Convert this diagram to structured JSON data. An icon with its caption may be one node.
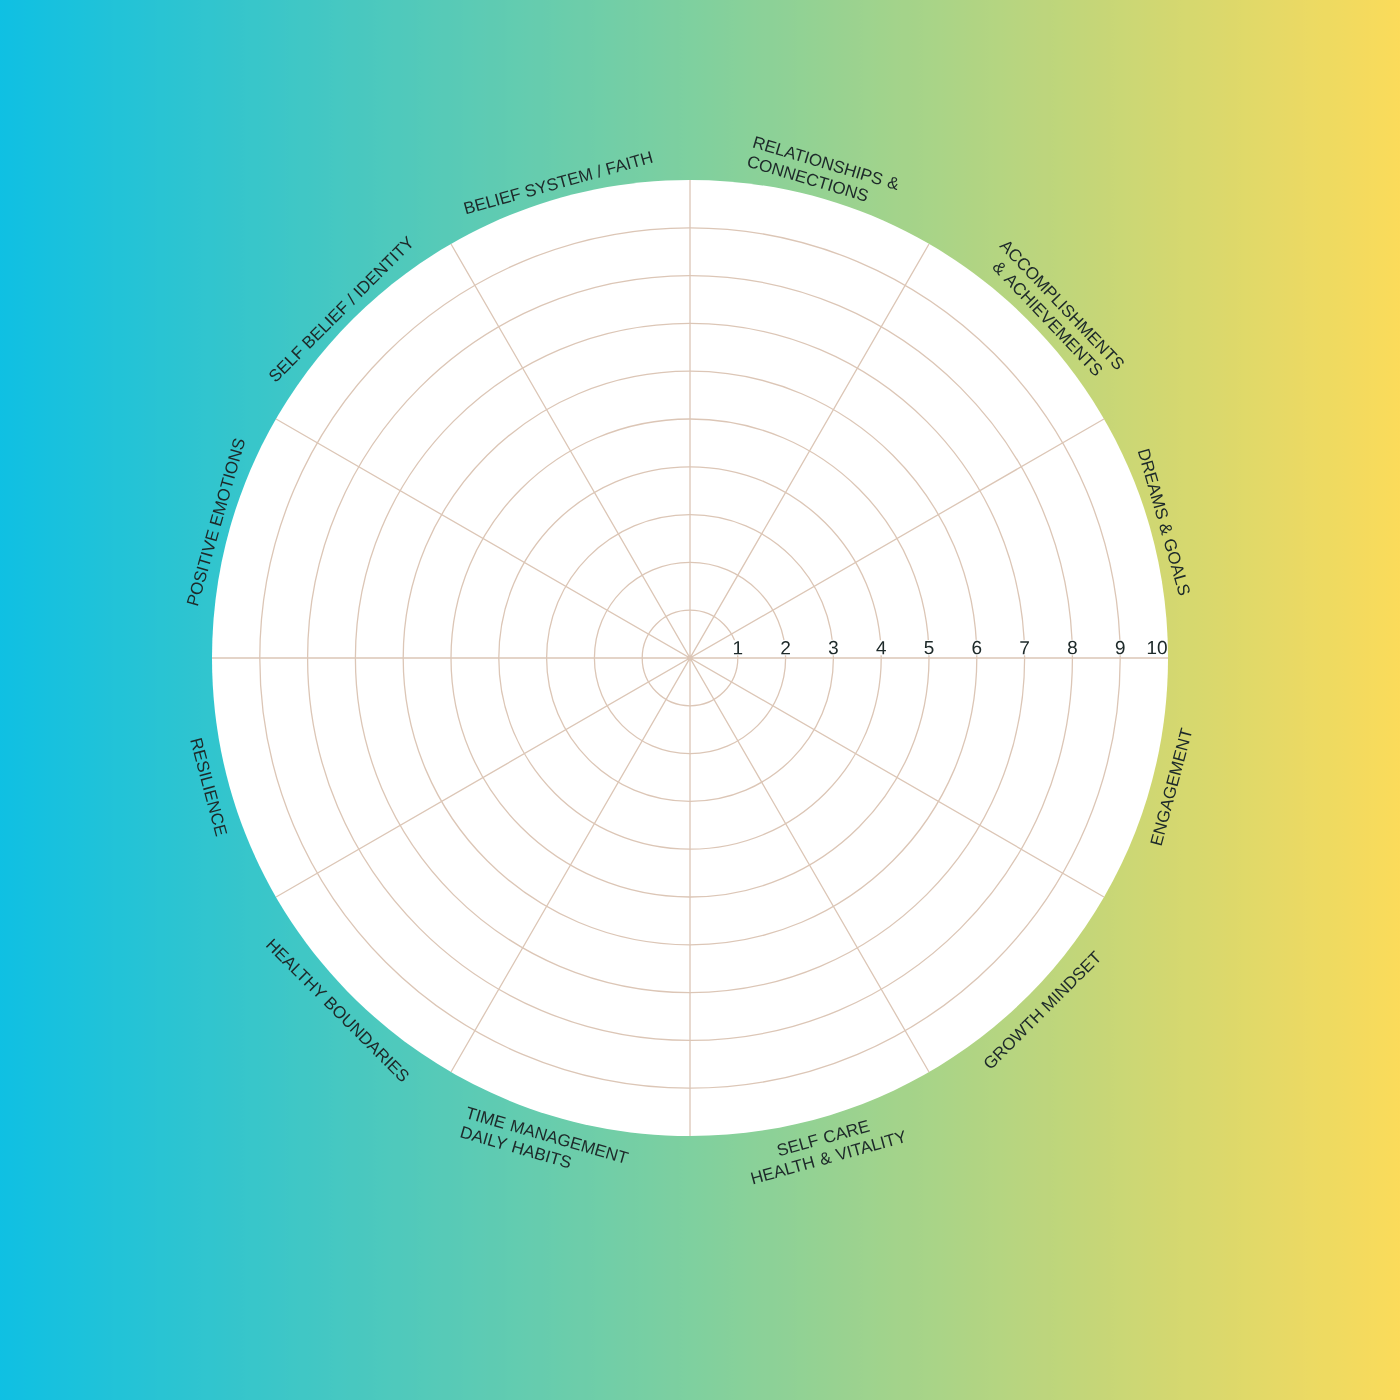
{
  "diagram": {
    "labels": [
      "BELIEF SYSTEM / FAITH",
      "RELATIONSHIPS & CONNECTIONS",
      "SELF BELIEF / IDENTITY",
      "ACCOMPLISHMENTS & ACHIEVEMENTS",
      "POSITIVE EMOTIONS",
      "DREAMS & GOALS",
      "1",
      "2",
      "3",
      "4",
      "5",
      "6",
      "7",
      "8",
      "9",
      "10",
      "RESILIENCE",
      "ENGAGEMENT",
      "HEALTHY BOUNDARIES",
      "GROWTH MINDSET",
      "TIME MANAGEMENT DAILY HABITS",
      "SELF CARE HEALTH & VITALITY"
    ]
  }
}
